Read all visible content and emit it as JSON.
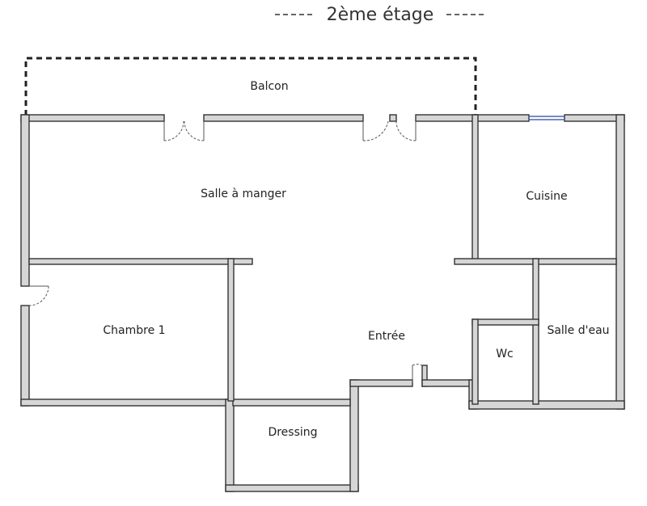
{
  "title": "2ème étage",
  "rooms": {
    "balcon": "Balcon",
    "salle_a_manger": "Salle à manger",
    "cuisine": "Cuisine",
    "chambre": "Chambre 1",
    "entree": "Entrée",
    "salle_deau": "Salle d'eau",
    "wc": "Wc",
    "dressing": "Dressing"
  },
  "colors": {
    "wall_fill": "#d6d6d6",
    "wall_stroke": "#333333",
    "window": "#4a64b4"
  }
}
